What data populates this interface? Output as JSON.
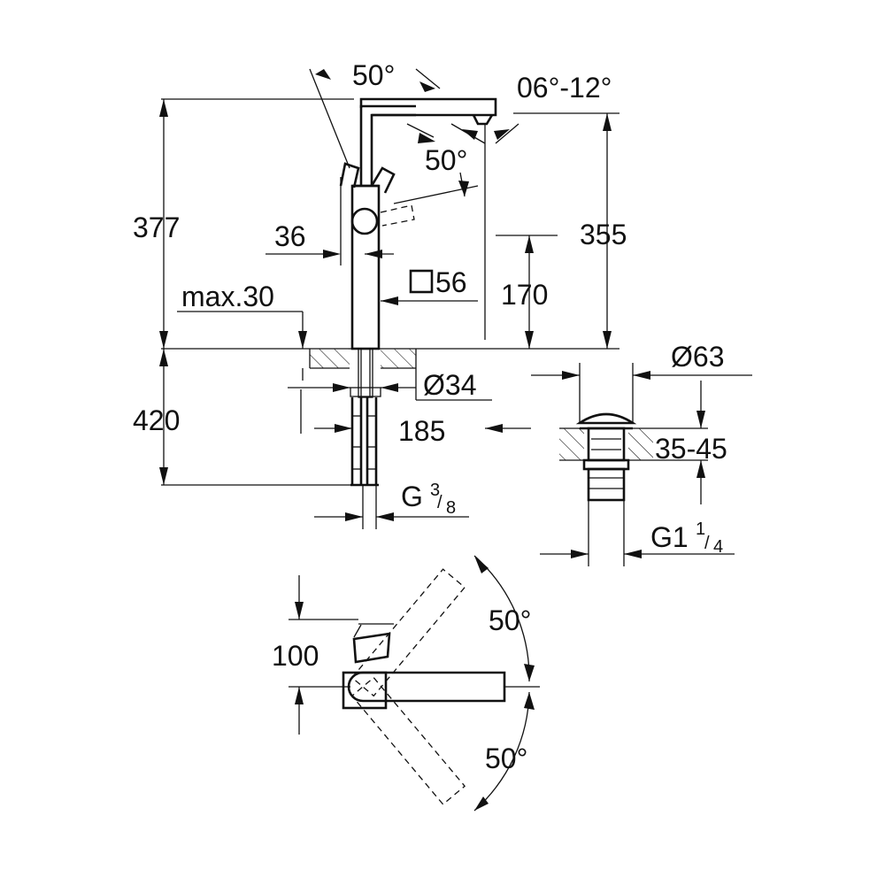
{
  "drawing": {
    "spout_swivel_angle": "50°",
    "spray_angle": "06°-12°",
    "lever_angle": "50°",
    "total_height": "377",
    "spout_height": "355",
    "lever_width": "36",
    "body_square": "56",
    "spout_clearance": "170",
    "deck_thickness": "max.30",
    "hole_diameter": "Ø34",
    "below_deck_length": "420",
    "reach": "185",
    "inlet_thread_g": "G",
    "inlet_thread_num": "3",
    "inlet_thread_den": "8",
    "waste_diameter": "Ø63",
    "waste_thickness": "35-45",
    "waste_thread_g": "G1",
    "waste_thread_num": "1",
    "waste_thread_den": "4",
    "top_view_offset": "100",
    "top_swivel_upper": "50°",
    "top_swivel_lower": "50°"
  }
}
